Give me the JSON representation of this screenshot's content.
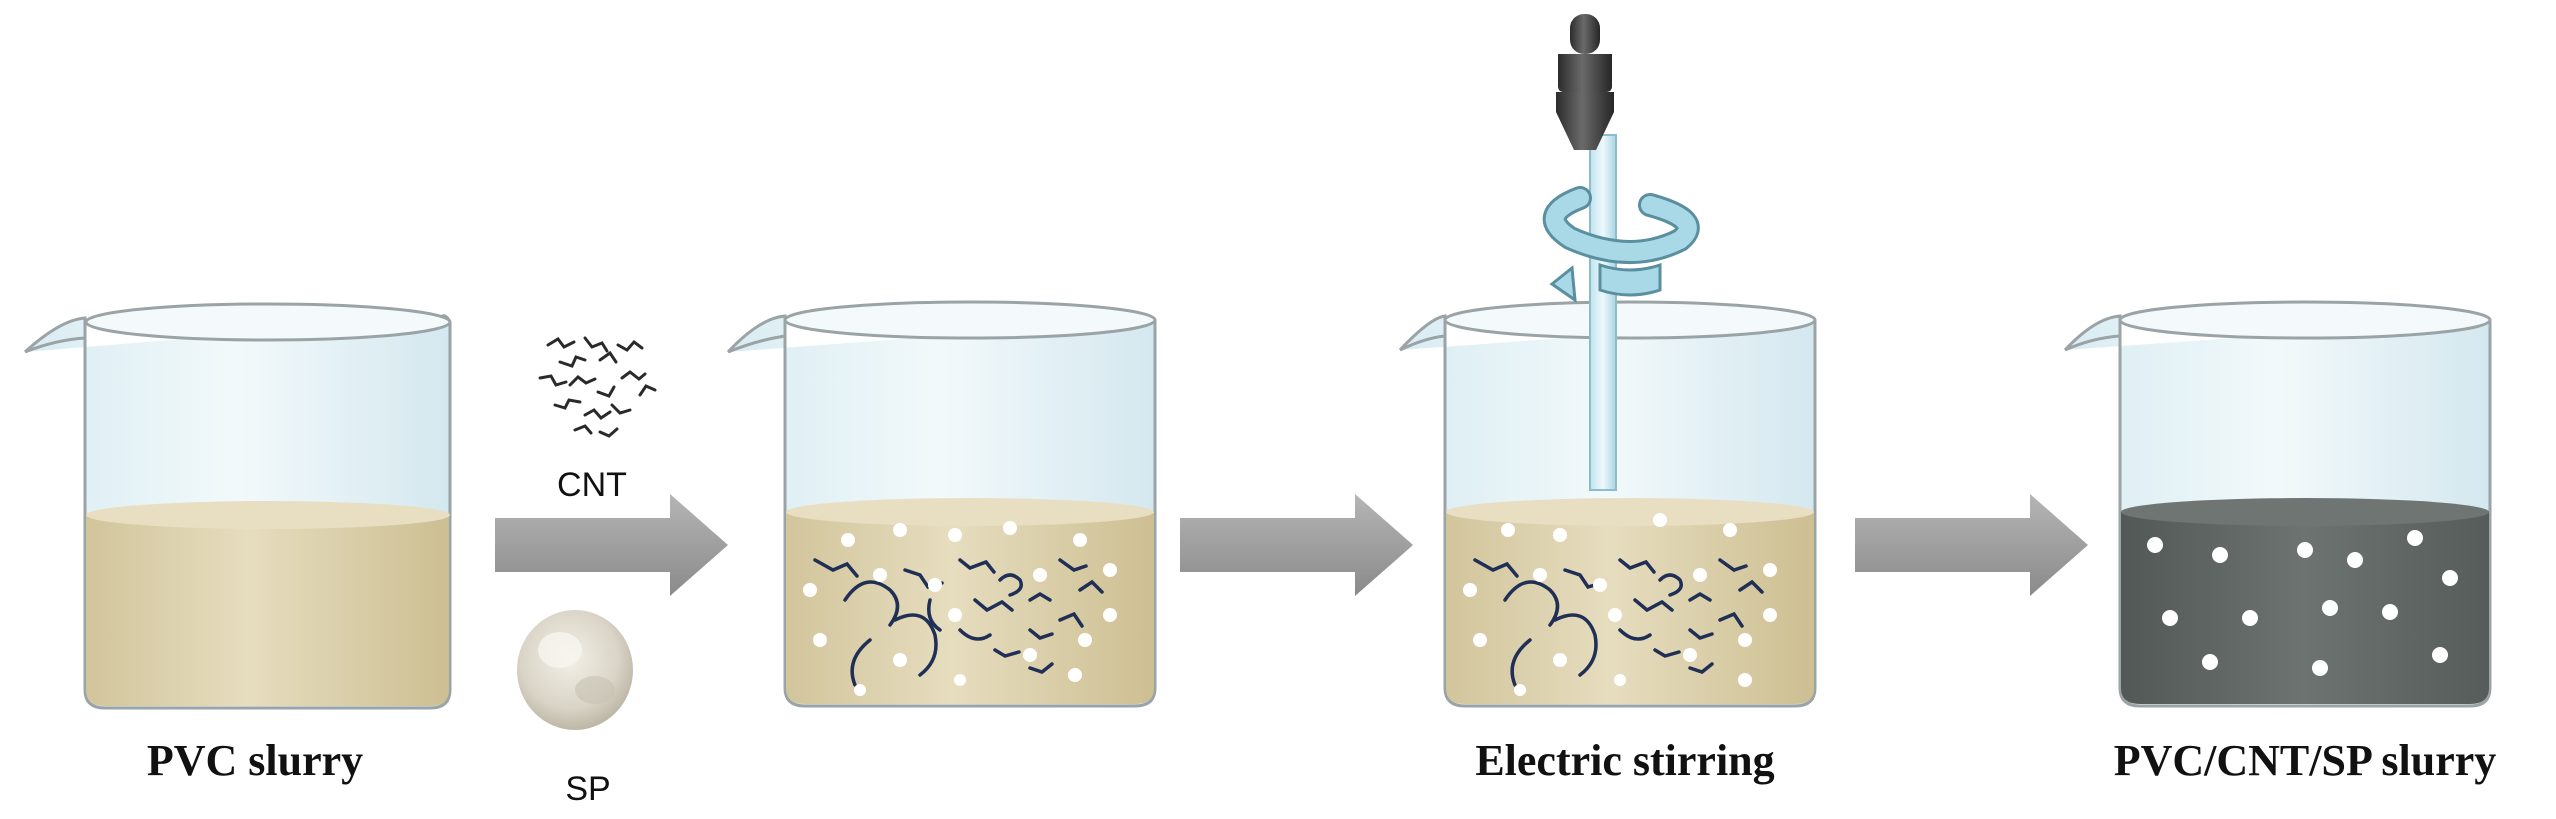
{
  "figure": {
    "steps": [
      {
        "caption": "PVC slurry",
        "contents": "plain slurry"
      },
      {
        "caption": "",
        "contents": "slurry with CNT and SP"
      },
      {
        "caption": "Electric stirring",
        "contents": "slurry with CNT and SP being stirred"
      },
      {
        "caption": "PVC/CNT/SP slurry",
        "contents": "dark mixed slurry with SP particles"
      }
    ],
    "additives": {
      "cnt_label": "CNT",
      "sp_label": "SP"
    },
    "colors": {
      "slurry": "#ddd3b0",
      "slurry_shade": "#c9bc8f",
      "mixed_slurry": "#5f6563",
      "beaker_glass": "#e6f2f6",
      "beaker_outline": "#9aa3a6",
      "arrow": "#9c9c9c",
      "cnt_fiber": "#1f2f55",
      "rotation_arrow": "#a9d9e6",
      "dropper_tip": "#3a3a3a"
    },
    "icons": [
      "beaker-icon",
      "process-arrow-icon",
      "cnt-fibers-icon",
      "sp-powder-icon",
      "stirrer-rod-icon",
      "rotation-arrow-icon"
    ]
  }
}
